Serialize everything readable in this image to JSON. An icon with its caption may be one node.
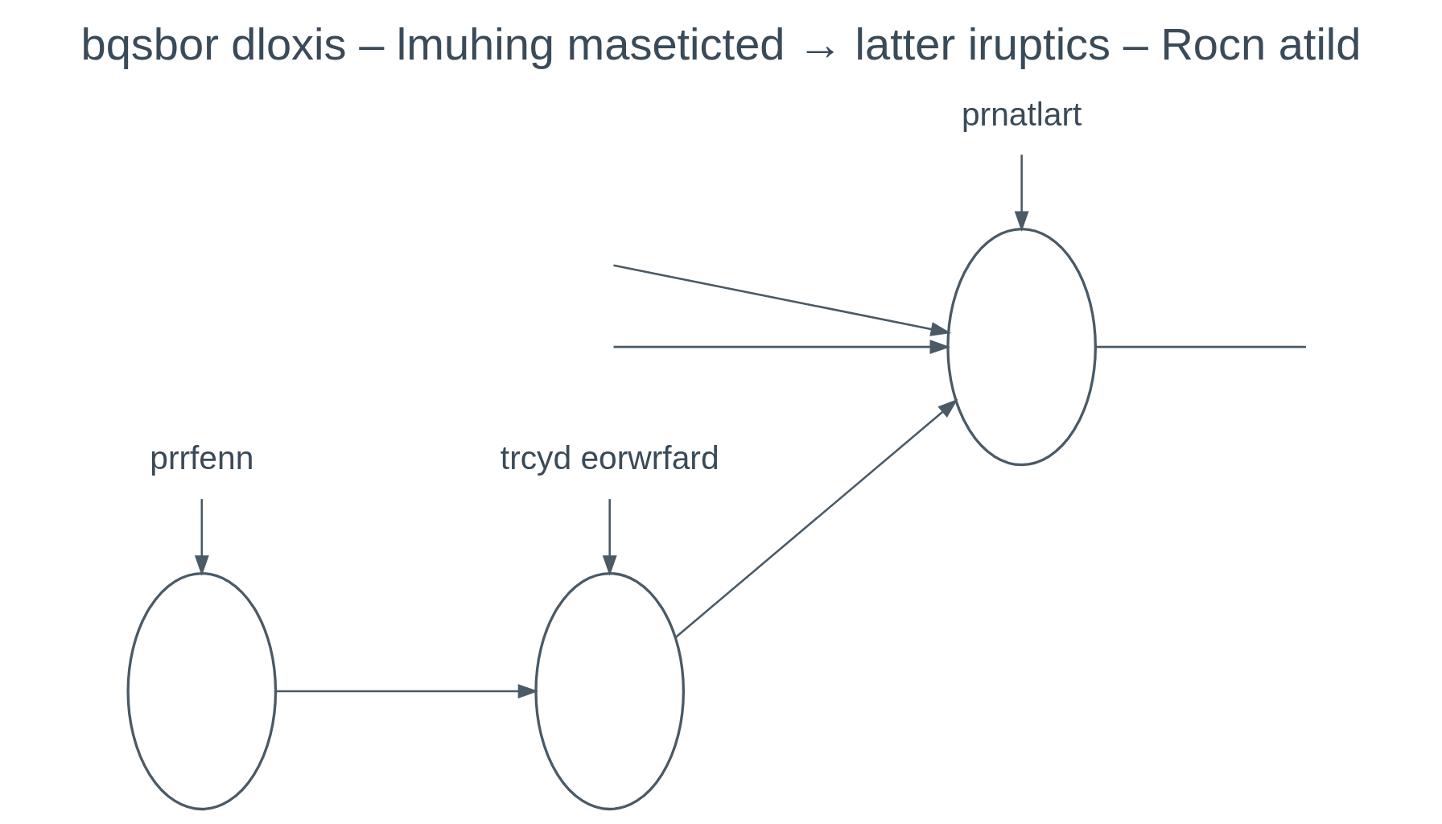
{
  "diagram": {
    "title": "bqsbor dloxis – lmuhing maseticted → latter iruptics – Rocn atild",
    "nodes": [
      {
        "text": [
          "prrfenn"
        ]
      },
      {
        "text": [],
        "shape": "ellipse"
      },
      {
        "text": [
          "trcyd eorwrfard"
        ]
      },
      {
        "text": [],
        "shape": "ellipse"
      },
      {
        "text": [
          "prnatlart"
        ]
      },
      {
        "text": [],
        "shape": "ellipse"
      }
    ],
    "edges": [
      {
        "from": 0,
        "to": 1,
        "arrow": "to"
      },
      {
        "from": 2,
        "to": 3,
        "arrow": "to"
      },
      {
        "from": 4,
        "to": 5,
        "arrow": "to"
      },
      {
        "from": 1,
        "to": 3,
        "arrow": "to"
      },
      {
        "from": 3,
        "to": 5,
        "arrow": "to"
      },
      {
        "from": null,
        "to": 5,
        "arrow": "to"
      },
      {
        "from": null,
        "to": 5,
        "arrow": "to"
      },
      {
        "from": 5,
        "to": null,
        "arrow": "none"
      }
    ]
  }
}
